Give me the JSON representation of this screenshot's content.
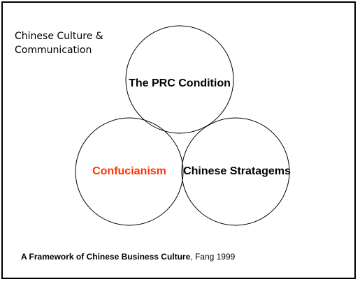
{
  "corner_title": {
    "line1": "Chinese Culture &",
    "line2": "Communication"
  },
  "circles": [
    {
      "id": "prc",
      "label": "The PRC Condition",
      "color": "#000000"
    },
    {
      "id": "confucianism",
      "label": "Confucianism",
      "color": "#ff3300"
    },
    {
      "id": "stratagems",
      "label": "Chinese Stratagems",
      "color": "#000000"
    }
  ],
  "caption": {
    "title": "A Framework of Chinese Business Culture",
    "citation": ", Fang 1999"
  }
}
